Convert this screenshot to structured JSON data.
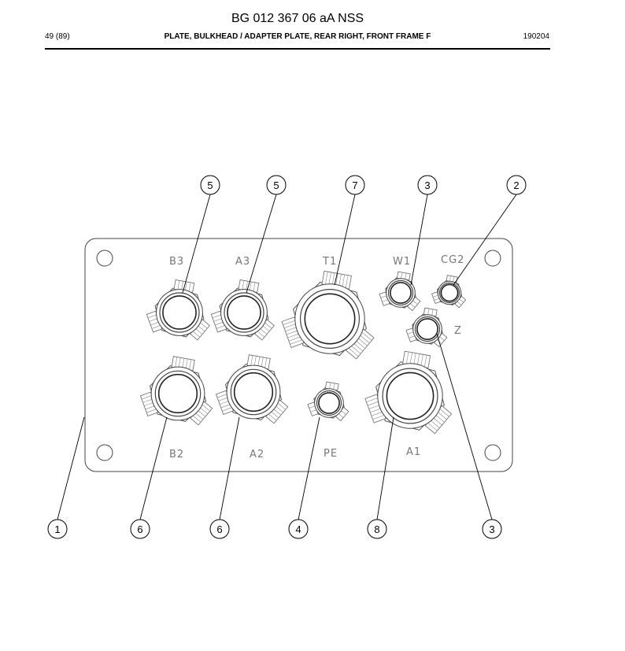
{
  "header": {
    "doc_number": "BG 012 367 06 aA NSS",
    "page": "49 (89)",
    "title": "PLATE, BULKHEAD / ADAPTER PLATE, REAR RIGHT, FRONT FRAME F",
    "date": "190204"
  },
  "plate_labels": {
    "b3": "B3",
    "a3": "A3",
    "t1": "T1",
    "w1": "W1",
    "cg2": "CG2",
    "z": "Z",
    "b2": "B2",
    "a2": "A2",
    "pe": "PE",
    "a1": "A1"
  },
  "callouts": {
    "b3": "5",
    "a3": "5",
    "t1": "7",
    "w1": "3",
    "cg2": "2",
    "plate": "1",
    "b2": "6",
    "a2": "6",
    "pe": "4",
    "a1": "8",
    "z": "3"
  }
}
